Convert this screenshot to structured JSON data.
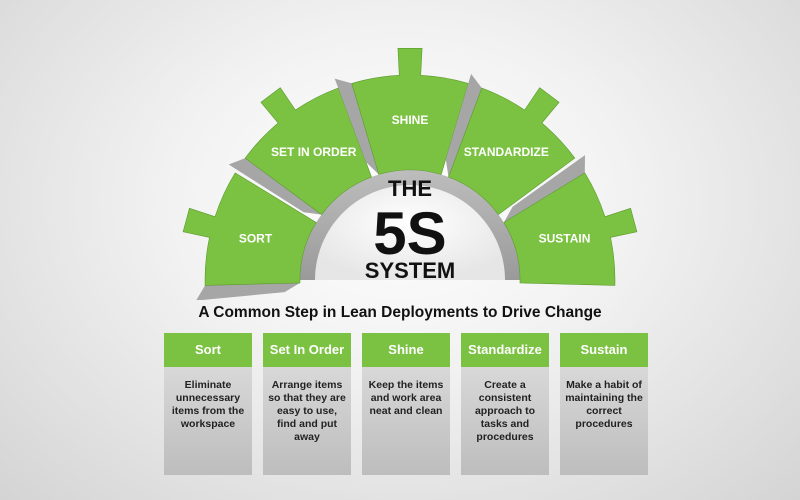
{
  "diagram": {
    "hub": {
      "line1": "THE",
      "line2": "5S",
      "line3": "SYSTEM"
    },
    "wheel_labels": [
      "SORT",
      "SET IN ORDER",
      "SHINE",
      "STANDARDIZE",
      "SUSTAIN"
    ],
    "subtitle": "A Common Step in Lean Deployments to Drive Change",
    "cards": [
      {
        "title": "Sort",
        "description": "Eliminate unnecessary items from the workspace"
      },
      {
        "title": "Set In Order",
        "description": "Arrange items so that they are easy to use, find and put away"
      },
      {
        "title": "Shine",
        "description": "Keep the items and work area neat and clean"
      },
      {
        "title": "Standardize",
        "description": "Create a consistent approach to tasks and procedures"
      },
      {
        "title": "Sustain",
        "description": "Make a habit of maintaining the correct procedures"
      }
    ]
  },
  "colors": {
    "green": "#7cc242",
    "green_dark": "#5a9a2c",
    "gray_side": "#a6a6a6",
    "gray_body": "#c8c8c8",
    "text_dark": "#111111"
  }
}
